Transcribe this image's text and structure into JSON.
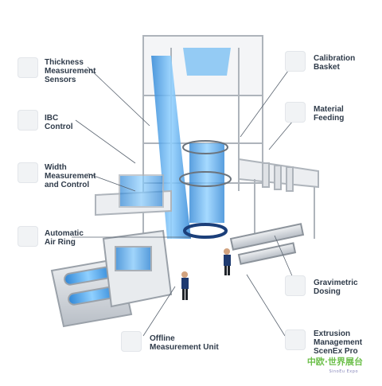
{
  "callouts_left": [
    {
      "label": "Thickness\nMeasurement\nSensors",
      "icon": "sensor-rail-icon"
    },
    {
      "label": "IBC\nControl",
      "icon": "ibc-unit-icon"
    },
    {
      "label": "Width\nMeasurement\nand Control",
      "icon": "width-sensor-icon"
    },
    {
      "label": "Automatic\nAir Ring",
      "icon": "air-ring-icon"
    }
  ],
  "callouts_right": [
    {
      "label": "Calibration\nBasket",
      "icon": "calibration-basket-icon"
    },
    {
      "label": "Material\nFeeding",
      "icon": "material-feeding-icon"
    },
    {
      "label": "Gravimetric\nDosing",
      "icon": "dosing-unit-icon"
    },
    {
      "label": "Extrusion\nManagement\nScenEx Pro",
      "icon": "control-screen-icon"
    }
  ],
  "callout_bottom": {
    "label": "Offline\nMeasurement Unit",
    "icon": "offline-unit-icon"
  },
  "watermark": {
    "text": "中欧·世界展台",
    "sub": "SinoEu Expo"
  },
  "colors": {
    "frame": "#c9ced4",
    "film": "#4aa3e8",
    "text": "#2f3b4a",
    "leader": "#5a6470"
  }
}
